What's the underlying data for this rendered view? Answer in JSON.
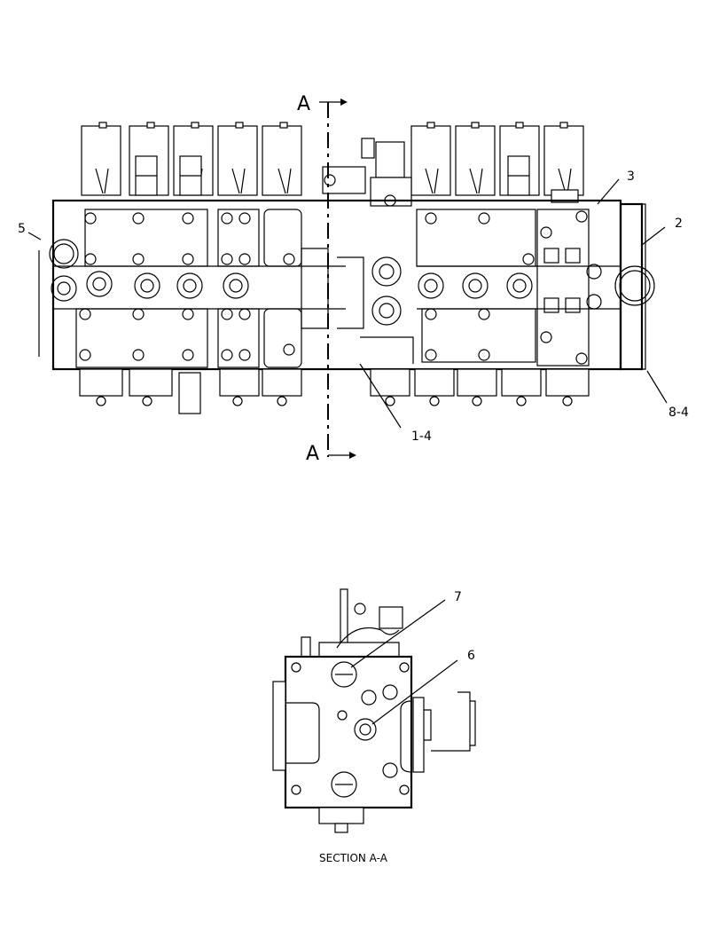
{
  "section_marks": {
    "top": "A",
    "bottom": "A"
  },
  "callouts": {
    "c3": "3",
    "c2": "2",
    "c5": "5",
    "c8_4": "8-4",
    "c1_4": "1-4",
    "c7": "7",
    "c6": "6"
  },
  "caption": "SECTION A-A"
}
